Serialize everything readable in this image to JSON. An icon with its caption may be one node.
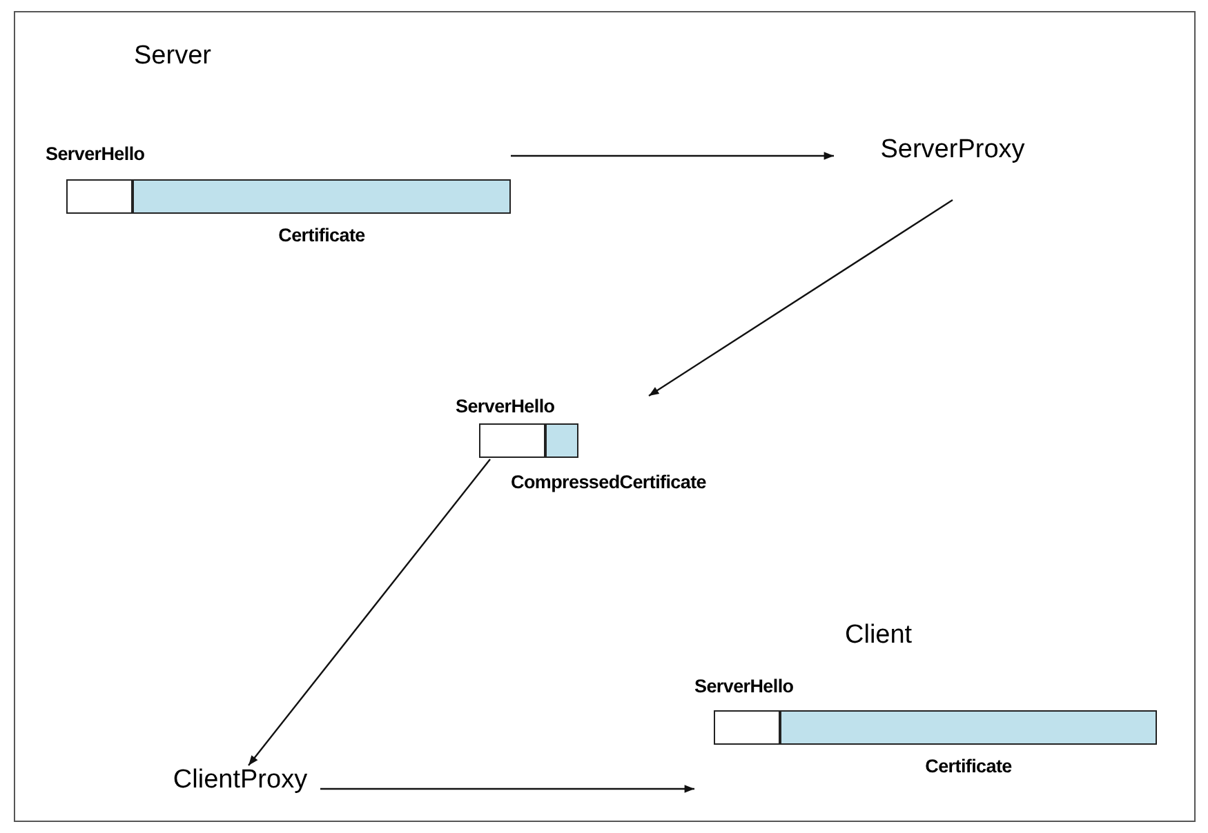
{
  "diagram": {
    "nodes": [
      {
        "text": [
          "ServerHello"
        ]
      },
      {
        "text": [
          "Certificate"
        ]
      },
      {
        "text": [
          "ServerProxy"
        ]
      },
      {
        "text": [
          "ServerHello"
        ]
      },
      {
        "text": [
          "CompressedCertificate"
        ]
      },
      {
        "text": [
          "ClientProxy"
        ]
      },
      {
        "text": [
          "ServerHello"
        ]
      },
      {
        "text": [
          "Certificate"
        ]
      }
    ],
    "edges": [
      {
        "from": 1,
        "to": 2,
        "arrow": "to"
      },
      {
        "from": 2,
        "to": 4,
        "arrow": "to"
      },
      {
        "from": 3,
        "to": 5,
        "arrow": "to"
      },
      {
        "from": 5,
        "to": 6,
        "arrow": "to"
      }
    ],
    "labels": [
      "Server",
      "Client"
    ]
  }
}
